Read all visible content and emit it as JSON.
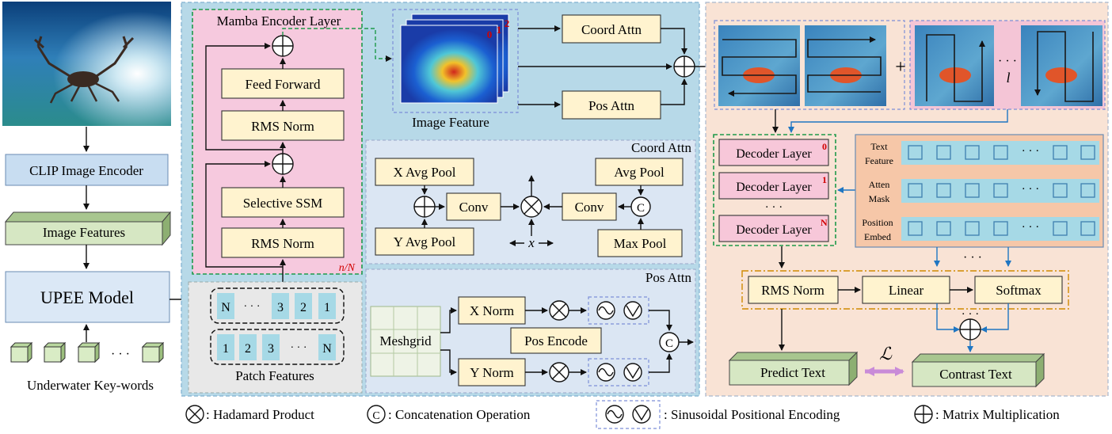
{
  "left": {
    "clip_encoder": "CLIP Image Encoder",
    "image_features": "Image Features",
    "upee_model": "UPEE Model",
    "keywords": "Underwater Key-words",
    "ellipsis": "· · ·"
  },
  "mamba": {
    "title": "Mamba Encoder Layer",
    "feed_forward": "Feed Forward",
    "rms_norm": "RMS Norm",
    "selective_ssm": "Selective SSM",
    "repeat": "n/N"
  },
  "patch": {
    "label": "Patch Features",
    "row1": [
      "N",
      "· · ·",
      "3",
      "2",
      "1"
    ],
    "row2": [
      "1",
      "2",
      "3",
      "· · ·",
      "N"
    ]
  },
  "image_feature": {
    "label": "Image Feature",
    "indices": [
      "0",
      "1",
      "2"
    ]
  },
  "top_attn": {
    "coord": "Coord Attn",
    "pos": "Pos Attn"
  },
  "coord_attn": {
    "title": "Coord Attn",
    "x_avg_pool": "X Avg Pool",
    "y_avg_pool": "Y Avg Pool",
    "conv": "Conv",
    "avg_pool": "Avg Pool",
    "max_pool": "Max Pool",
    "x": "x"
  },
  "pos_attn": {
    "title": "Pos Attn",
    "meshgrid": "Meshgrid",
    "x_norm": "X Norm",
    "y_norm": "Y Norm",
    "pos_encode": "Pos Encode"
  },
  "scan": {
    "plus": "+",
    "ellipsis": "· · ·",
    "l": "l"
  },
  "decoder": {
    "layer": "Decoder Layer",
    "sup": [
      "0",
      "1",
      "N"
    ],
    "dots": "· · ·"
  },
  "embed": {
    "text_feature": [
      "Text",
      "Feature"
    ],
    "atten_mask": [
      "Atten",
      "Mask"
    ],
    "position_embed": [
      "Position",
      "Embed"
    ],
    "dots": "· · ·"
  },
  "head": {
    "rms_norm": "RMS Norm",
    "linear": "Linear",
    "softmax": "Softmax",
    "dots_top": "· · ·",
    "dots_sum": "· · ·",
    "predict": "Predict Text",
    "contrast": "Contrast Text",
    "loss": "ℒ"
  },
  "legend": {
    "hadamard": ": Hadamard Product",
    "concat": ": Concatenation Operation",
    "sinusoidal": ": Sinusoidal Positional Encoding",
    "matmul": ": Matrix Multiplication",
    "c": "C"
  },
  "colors": {
    "panel_blue": "#b7d9e8",
    "panel_peach": "#f9e3d5",
    "mamba_pink": "#f6c9de",
    "box_yellow": "#fff3cf",
    "clip_blue": "#c8ddf1",
    "feat_green": "#d6e7c3",
    "sub_panel": "#dbe6f3",
    "patch_grey": "#e8e8e8",
    "decoder_pink": "#f7c7d9",
    "embed_orange": "#f6c7a8",
    "token_cyan": "#a6d9e6",
    "accent_red": "#d10000",
    "arrow_blue": "#1f76c2",
    "loss_purple": "#c98bd8"
  }
}
